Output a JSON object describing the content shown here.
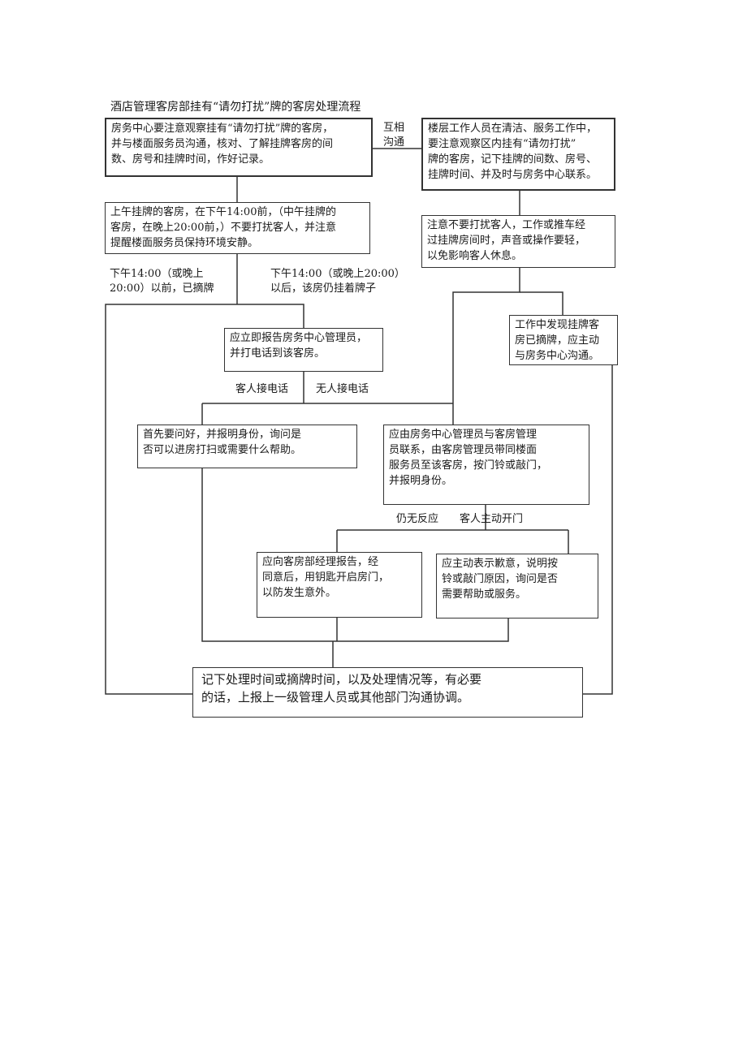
{
  "title": "酒店管理客房部挂有“请勿打扰”牌的客房处理流程",
  "boxes": {
    "center_watch": "房务中心要注意观察挂有“请勿打扰”牌的客房，\n并与楼面服务员沟通，核对、了解挂牌客房的间\n数、房号和挂牌时间，作好记录。",
    "floor_staff": "楼层工作人员在清洁、服务工作中，\n要注意观察区内挂有“请勿打扰”\n牌的客房，记下挂牌的间数、房号、\n挂牌时间、并及时与房务中心联系。",
    "morning_rule": "上午挂牌的客房，在下午14:00前，（中午挂牌的\n客房，在晚上20:00前，）不要打扰客人，并注意\n提醒楼面服务员保持环境安静。",
    "quiet_pass": "注意不要打扰客人，工作或推车经\n过挂牌房间时，声音或操作要轻，\n以免影响客人休息。",
    "report_call": "应立即报告房务中心管理员，\n并打电话到该客房。",
    "found_removed": "工作中发现挂牌客\n房已摘牌，应主动\n与房务中心沟通。",
    "greet": "首先要问好，并报明身份，询问是\n否可以进房打扫或需要什么帮助。",
    "contact_manager": "应由房务中心管理员与客房管理\n员联系，由客房管理员带同楼面\n服务员至该客房，按门铃或敲门，\n并报明身份。",
    "report_open": "应向客房部经理报告，经\n同意后，用钥匙开启房门，\n以防发生意外。",
    "apologize": "应主动表示歉意，说明按\n铃或敲门原因，询问是否\n需要帮助或服务。",
    "record": "记下处理时间或摘牌时间，以及处理情况等，有必要\n的话，上报上一级管理人员或其他部门沟通协调。"
  },
  "labels": {
    "mutual": "互相\n沟通",
    "before_removed": "下午14:00（或晚上\n20:00）以前，已摘牌",
    "after_still": "下午14:00（或晚上20:00）\n以后，该房仍挂着牌子",
    "guest_answers": "客人接电话",
    "no_answer": "无人接电话",
    "still_no_response": "仍无反应",
    "guest_opens": "客人主动开门"
  }
}
